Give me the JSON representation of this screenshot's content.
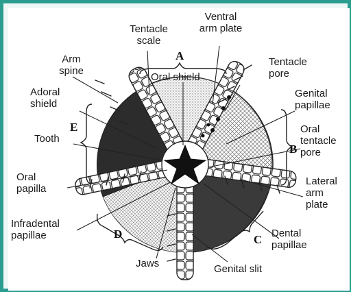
{
  "diagram": {
    "labels": {
      "tentacle_scale": "Tentacle\nscale",
      "ventral_arm_plate": "Ventral\narm plate",
      "arm_spine": "Arm\nspine",
      "tentacle_pore": "Tentacle\npore",
      "oral_shield": "Oral shield",
      "adoral_shield": "Adoral\nshield",
      "genital_papillae": "Genital\npapillae",
      "tooth": "Tooth",
      "oral_tentacle_pore": "Oral\ntentacle\npore",
      "oral_papilla": "Oral\npapilla",
      "lateral_arm_plate": "Lateral\narm\nplate",
      "infradental_papillae": "Infradental\npapillae",
      "dental_papillae": "Dental\npapillae",
      "jaws": "Jaws",
      "genital_slit": "Genital slit"
    },
    "sections": {
      "a": "A",
      "b": "B",
      "c": "C",
      "d": "D",
      "e": "E"
    },
    "colors": {
      "frame": "#2a9d8f",
      "ink": "#1a1a1a"
    }
  }
}
